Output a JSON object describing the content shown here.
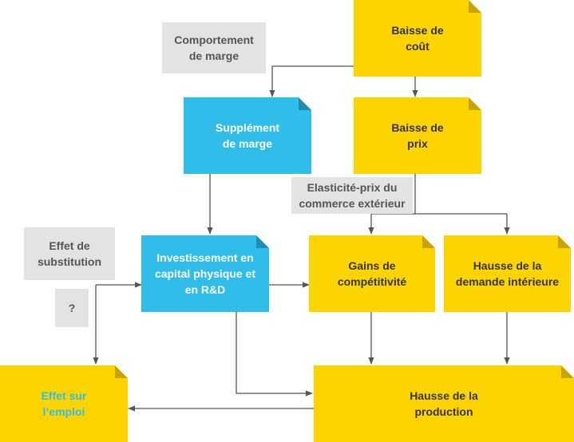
{
  "colors": {
    "yellow": "#FDD400",
    "blue": "#30BDEA",
    "grey": "#E3E3E3",
    "line": "#555555"
  },
  "nodes": {
    "baisse_cout": "Baisse de\ncoût",
    "comportement_marge": "Comportement\nde marge",
    "supplement_marge": "Supplément\nde marge",
    "baisse_prix": "Baisse de\nprix",
    "elasticite": "Elasticité-prix du\ncommerce extérieur",
    "effet_substitution": "Effet de\nsubstitution",
    "investissement": "Investissement en\ncapital physique et\nen R&D",
    "gains_competitivite": "Gains de\ncompétitivité",
    "hausse_demande": "Hausse de la\ndemande intérieure",
    "question": "?",
    "effet_emploi": "Effet sur\nl’emploi",
    "hausse_production": "Hausse de la\nproduction"
  }
}
